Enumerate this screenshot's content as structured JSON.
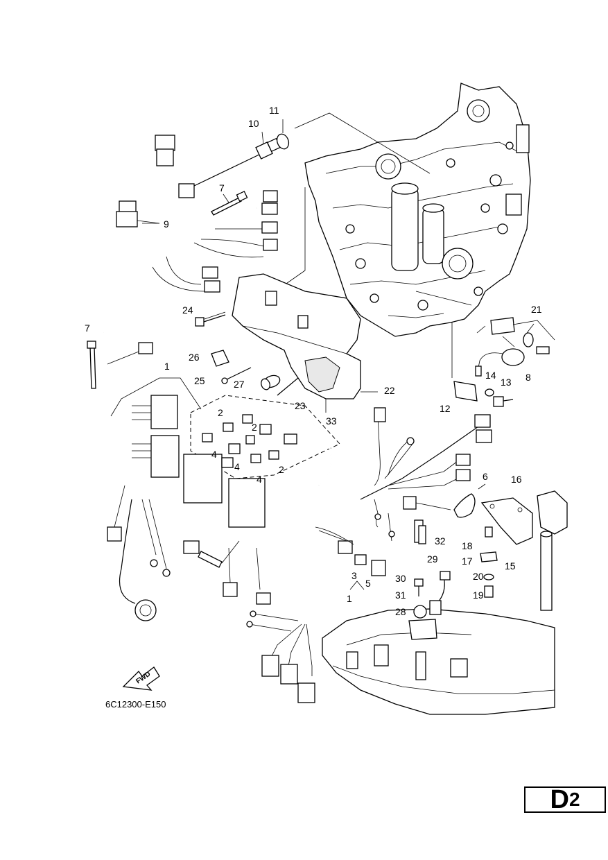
{
  "diagram": {
    "reference_code": "6C12300-E150",
    "fwd_label": "FWD",
    "page_tag_letter": "D",
    "page_tag_number": "2",
    "callouts": [
      {
        "id": "c1a",
        "text": "1"
      },
      {
        "id": "c1b",
        "text": "1"
      },
      {
        "id": "c2a",
        "text": "2"
      },
      {
        "id": "c2b",
        "text": "2"
      },
      {
        "id": "c2c",
        "text": "2"
      },
      {
        "id": "c3",
        "text": "3"
      },
      {
        "id": "c4a",
        "text": "4"
      },
      {
        "id": "c4b",
        "text": "4"
      },
      {
        "id": "c4c",
        "text": "4"
      },
      {
        "id": "c5",
        "text": "5"
      },
      {
        "id": "c6",
        "text": "6"
      },
      {
        "id": "c7a",
        "text": "7"
      },
      {
        "id": "c7b",
        "text": "7"
      },
      {
        "id": "c8",
        "text": "8"
      },
      {
        "id": "c9",
        "text": "9"
      },
      {
        "id": "c10",
        "text": "10"
      },
      {
        "id": "c11",
        "text": "11"
      },
      {
        "id": "c12",
        "text": "12"
      },
      {
        "id": "c13",
        "text": "13"
      },
      {
        "id": "c14",
        "text": "14"
      },
      {
        "id": "c15",
        "text": "15"
      },
      {
        "id": "c16",
        "text": "16"
      },
      {
        "id": "c17",
        "text": "17"
      },
      {
        "id": "c18",
        "text": "18"
      },
      {
        "id": "c19",
        "text": "19"
      },
      {
        "id": "c20",
        "text": "20"
      },
      {
        "id": "c21",
        "text": "21"
      },
      {
        "id": "c22",
        "text": "22"
      },
      {
        "id": "c23",
        "text": "23"
      },
      {
        "id": "c24",
        "text": "24"
      },
      {
        "id": "c25",
        "text": "25"
      },
      {
        "id": "c26",
        "text": "26"
      },
      {
        "id": "c27",
        "text": "27"
      },
      {
        "id": "c28",
        "text": "28"
      },
      {
        "id": "c29",
        "text": "29"
      },
      {
        "id": "c30",
        "text": "30"
      },
      {
        "id": "c31",
        "text": "31"
      },
      {
        "id": "c32",
        "text": "32"
      },
      {
        "id": "c33",
        "text": "33"
      }
    ]
  }
}
